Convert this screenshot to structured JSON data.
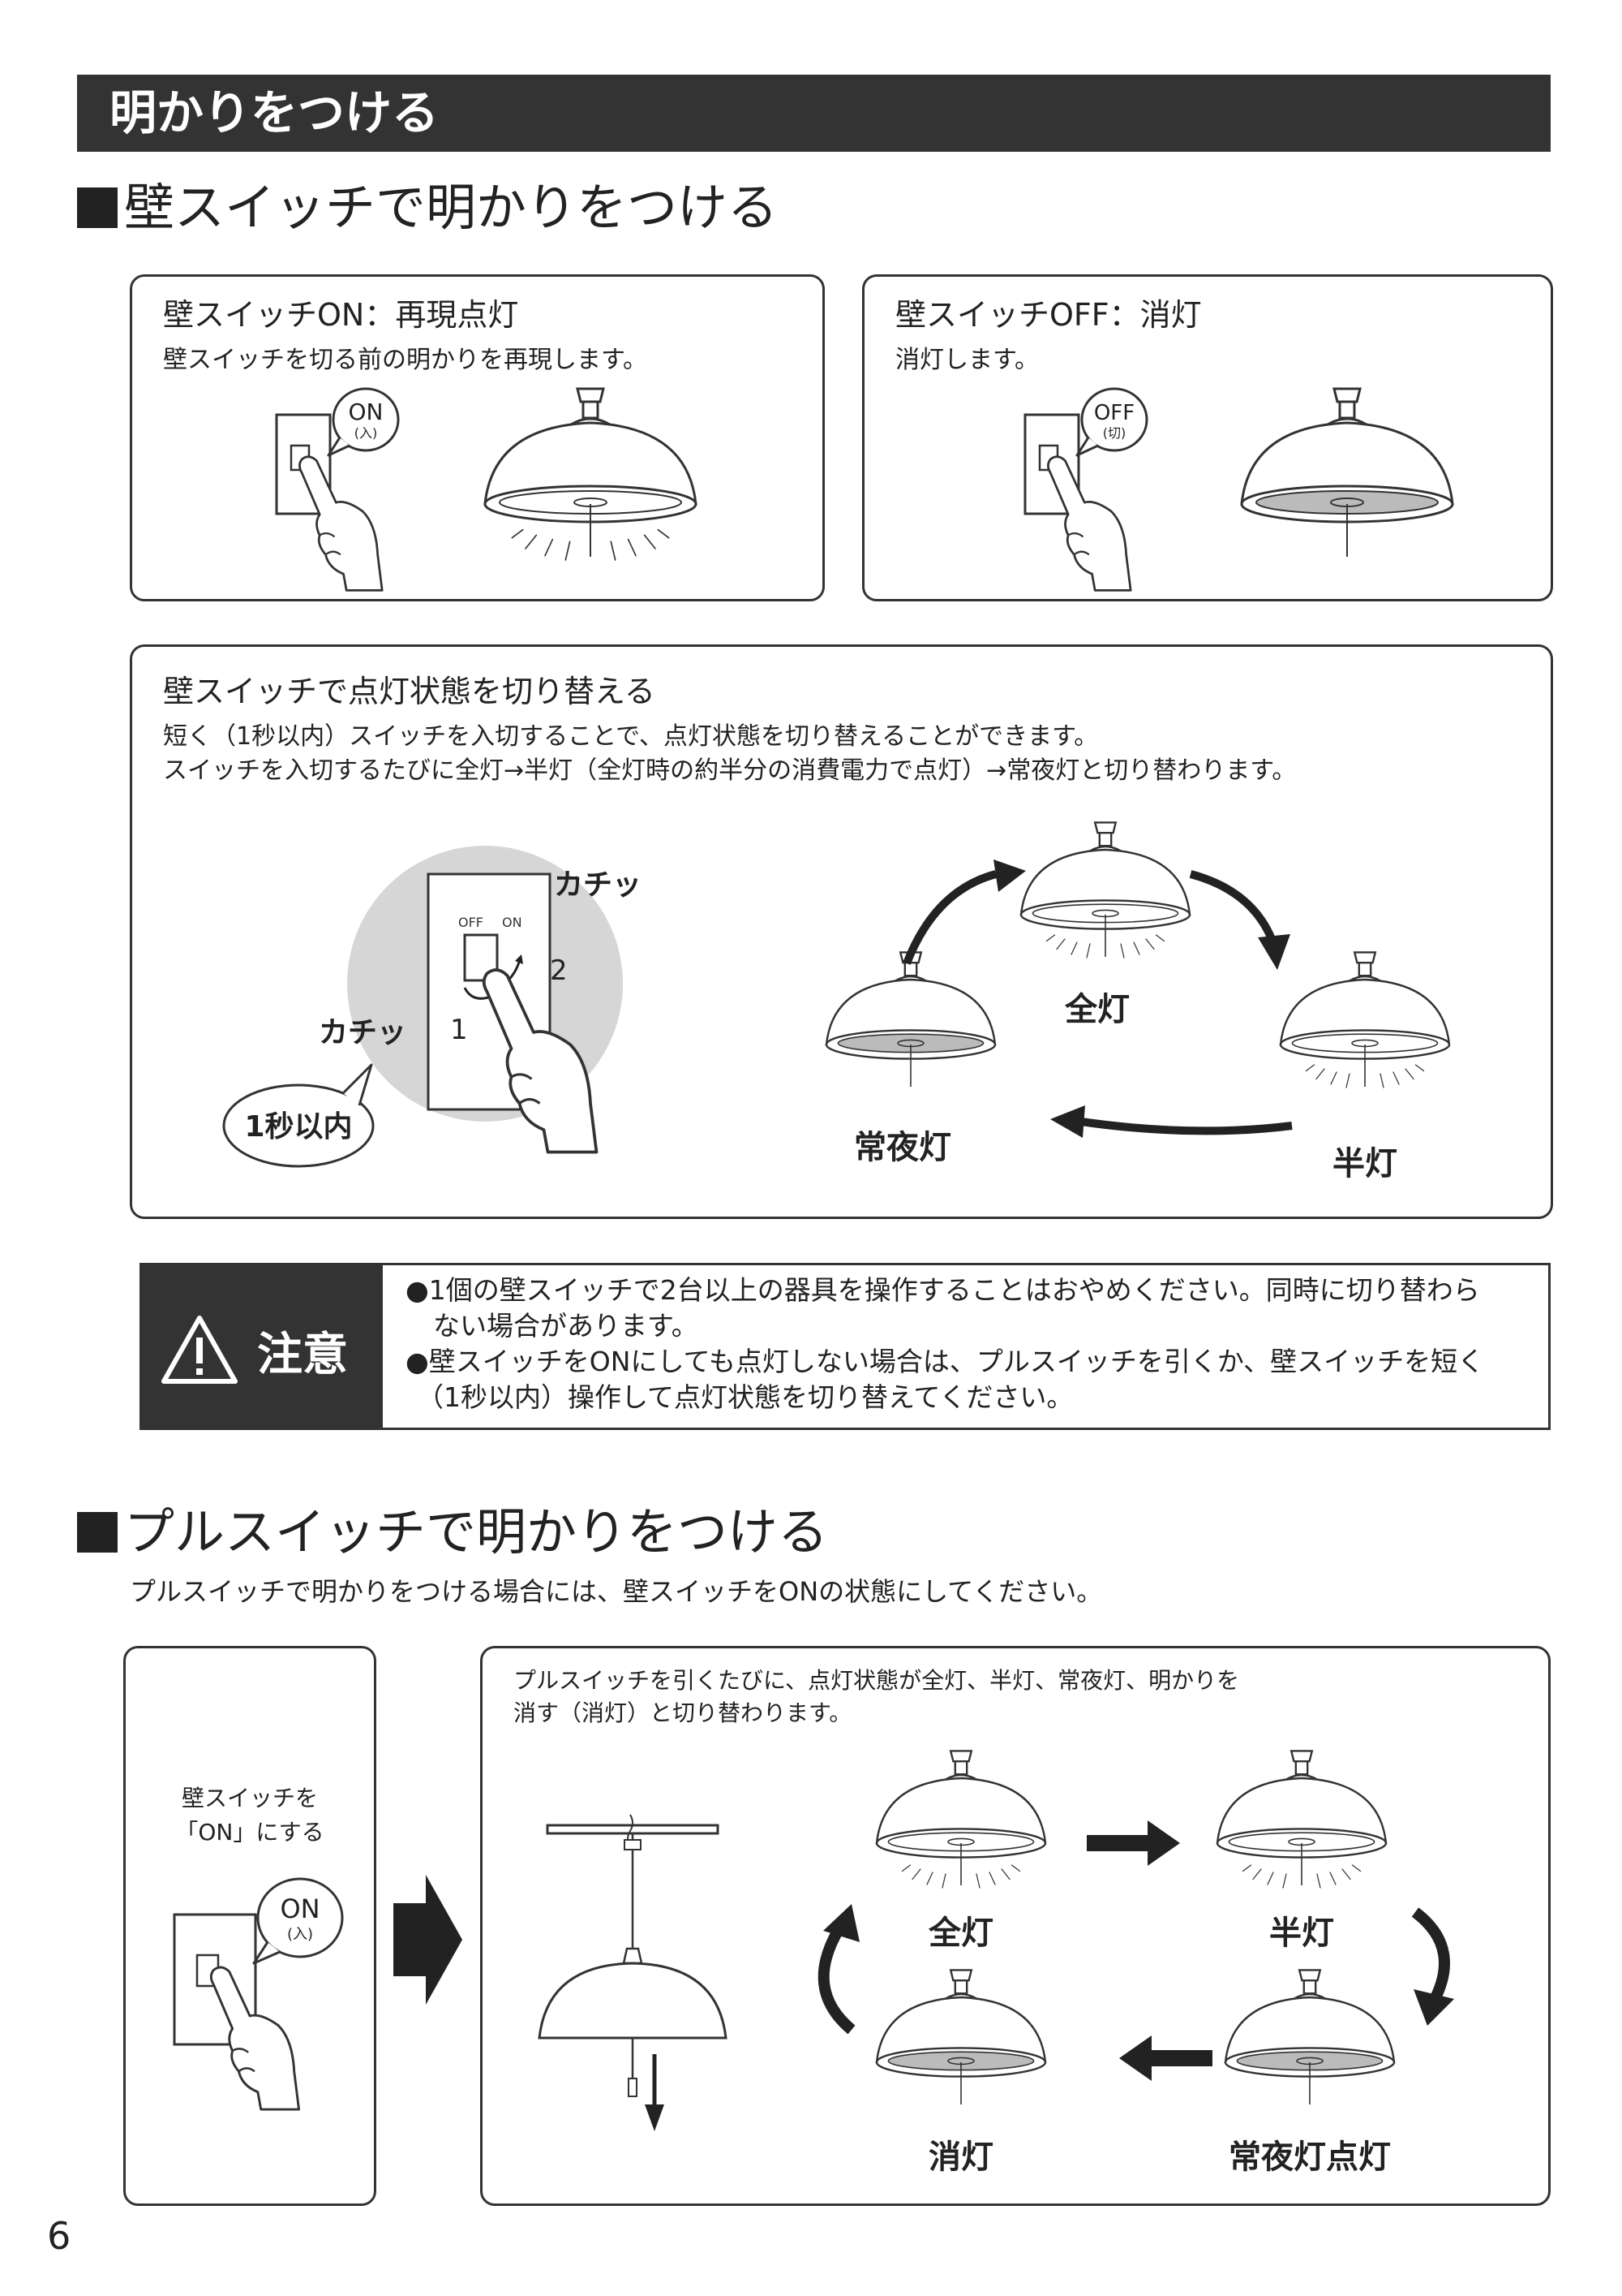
{
  "banner_title": "明かりをつける",
  "section1": {
    "title": "壁スイッチで明かりをつける",
    "on_box": {
      "title": "壁スイッチON：再現点灯",
      "desc": "壁スイッチを切る前の明かりを再現します。",
      "bubble_main": "ON",
      "bubble_sub": "(入)"
    },
    "off_box": {
      "title": "壁スイッチOFF：消灯",
      "desc": "消灯します。",
      "bubble_main": "OFF",
      "bubble_sub": "(切)"
    },
    "toggle_box": {
      "title": "壁スイッチで点灯状態を切り替える",
      "desc1": "短く（1秒以内）スイッチを入切することで、点灯状態を切り替えることができます。",
      "desc2": "スイッチを入切するたびに全灯→半灯（全灯時の約半分の消費電力で点灯）→常夜灯と切り替わります。",
      "click_label": "カチッ",
      "switch_off": "OFF",
      "switch_on": "ON",
      "step1": "1",
      "step2": "2",
      "time_bubble": "1秒以内",
      "mode_full": "全灯",
      "mode_half": "半灯",
      "mode_night": "常夜灯"
    }
  },
  "caution": {
    "label": "注意",
    "line1": "●1個の壁スイッチで2台以上の器具を操作することはおやめください。同時に切り替わら",
    "line2": "ない場合があります。",
    "line3": "●壁スイッチをONにしても点灯しない場合は、プルスイッチを引くか、壁スイッチを短く",
    "line4": "（1秒以内）操作して点灯状態を切り替えてください。"
  },
  "section2": {
    "title": "プルスイッチで明かりをつける",
    "intro": "プルスイッチで明かりをつける場合には、壁スイッチをONの状態にしてください。",
    "left_box": {
      "line1": "壁スイッチを",
      "line2": "「ON」にする",
      "bubble_main": "ON",
      "bubble_sub": "(入)"
    },
    "right_box": {
      "line1": "プルスイッチを引くたびに、点灯状態が全灯、半灯、常夜灯、明かりを",
      "line2": "消す（消灯）と切り替わります。",
      "mode_full": "全灯",
      "mode_half": "半灯",
      "mode_off": "消灯",
      "mode_night": "常夜灯点灯"
    }
  },
  "page_number": "6"
}
